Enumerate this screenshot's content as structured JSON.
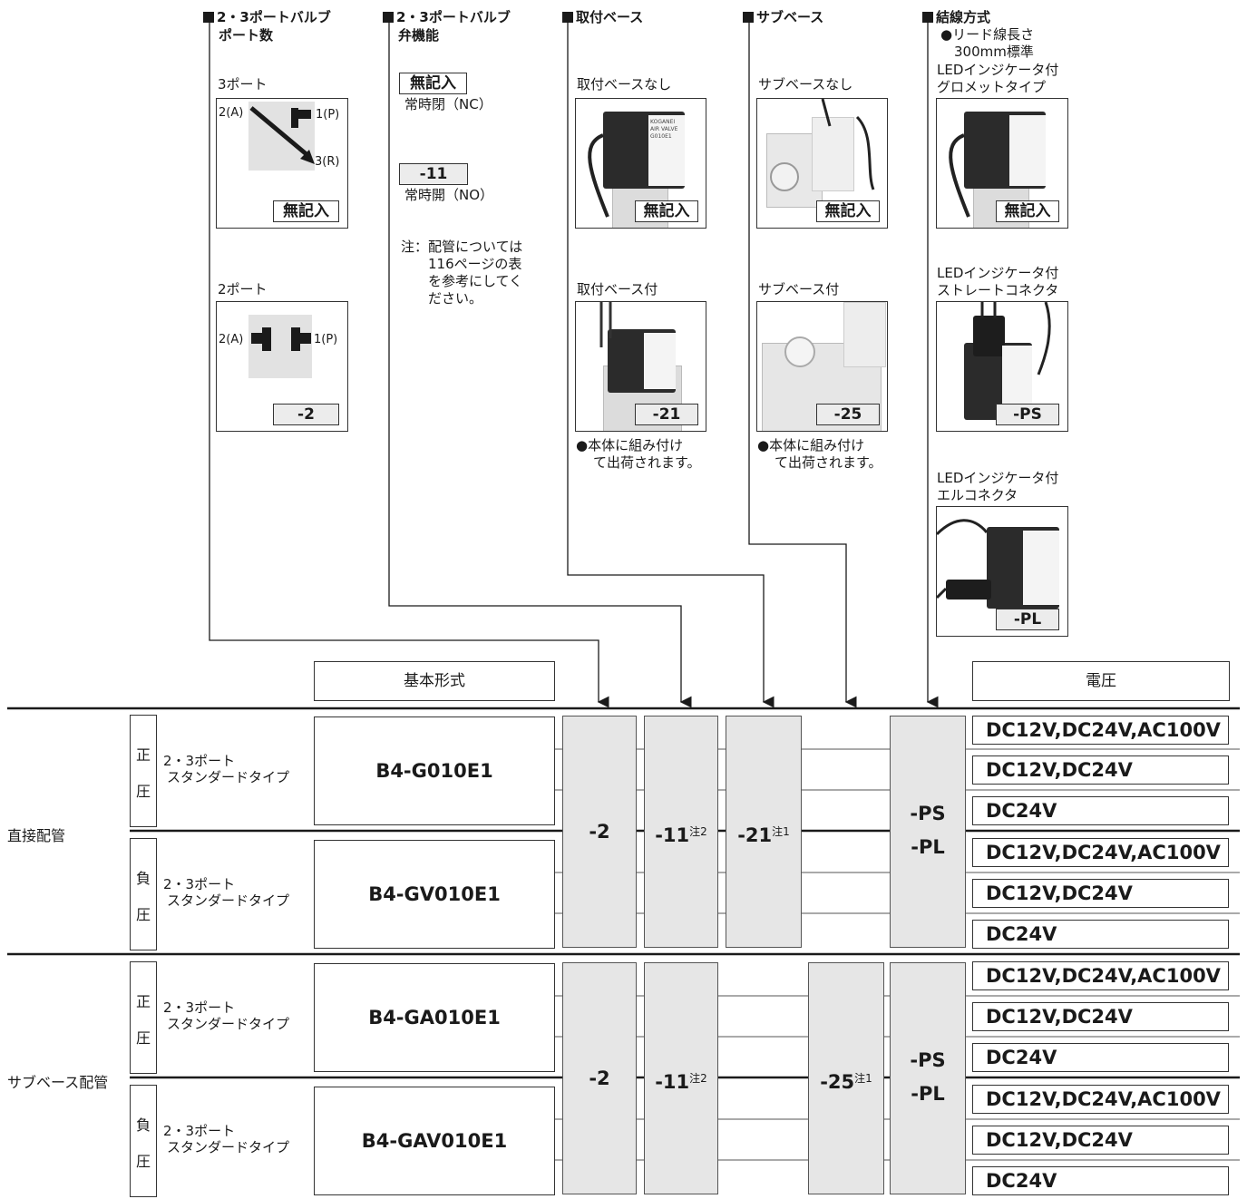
{
  "headers": {
    "port_count": {
      "line1": "2・3ポートバルブ",
      "line2": "ポート数"
    },
    "valve_function": {
      "line1": "2・3ポートバルブ",
      "line2": "弁機能"
    },
    "mount_base": "取付ベース",
    "sub_base": "サブベース",
    "wiring": "結線方式"
  },
  "port_count": {
    "three_port": {
      "title": "3ポート",
      "p2": "2(A)",
      "p1": "1(P)",
      "p3": "3(R)",
      "code": "無記入"
    },
    "two_port": {
      "title": "2ポート",
      "p2": "2(A)",
      "p1": "1(P)",
      "code": "-2"
    }
  },
  "valve_function": {
    "nc_code": "無記入",
    "nc_label": "常時閉（NC）",
    "no_code": "-11",
    "no_label": "常時開（NO）",
    "note_prefix": "注：",
    "note_lines": [
      "配管については",
      "116ページの表",
      "を参考にしてく",
      "ださい。"
    ]
  },
  "mount_base": {
    "none": {
      "title": "取付ベースなし",
      "code": "無記入"
    },
    "with": {
      "title": "取付ベース付",
      "code": "-21"
    },
    "note_lines": [
      "●本体に組み付け",
      "て出荷されます。"
    ]
  },
  "sub_base": {
    "none": {
      "title": "サブベースなし",
      "code": "無記入"
    },
    "with": {
      "title": "サブベース付",
      "code": "-25"
    },
    "note_lines": [
      "●本体に組み付け",
      "て出荷されます。"
    ]
  },
  "wiring": {
    "lead_lines": [
      "●リード線長さ",
      "300mm標準"
    ],
    "grommet": {
      "title_lines": [
        "LEDインジケータ付",
        "グロメットタイプ"
      ],
      "code": "無記入"
    },
    "straight": {
      "title_lines": [
        "LEDインジケータ付",
        "ストレートコネクタ"
      ],
      "code": "-PS"
    },
    "el": {
      "title_lines": [
        "LEDインジケータ付",
        "エルコネクタ"
      ],
      "code": "-PL"
    }
  },
  "valve_print": {
    "brand": "KOGANEI",
    "line1": "AIR VALVE",
    "line2": "G010E1"
  },
  "table": {
    "basic_model_header": "基本形式",
    "voltage_header": "電圧",
    "groups": [
      {
        "label": "直接配管",
        "port_code": "-2",
        "function_code": "-11",
        "function_note": "注2",
        "base_code": "-21",
        "base_note": "注1",
        "wiring_codes": [
          "-PS",
          "-PL"
        ],
        "rows": [
          {
            "pressure": [
              "正",
              "圧"
            ],
            "type_lines": [
              "2・3ポート",
              "スタンダードタイプ"
            ],
            "model": "B4-G010E1",
            "voltages": [
              "DC12V,DC24V,AC100V",
              "DC12V,DC24V",
              "DC24V"
            ]
          },
          {
            "pressure": [
              "負",
              "圧"
            ],
            "type_lines": [
              "2・3ポート",
              "スタンダードタイプ"
            ],
            "model": "B4-GV010E1",
            "voltages": [
              "DC12V,DC24V,AC100V",
              "DC12V,DC24V",
              "DC24V"
            ]
          }
        ]
      },
      {
        "label": "サブベース配管",
        "port_code": "-2",
        "function_code": "-11",
        "function_note": "注2",
        "base_code": "-25",
        "base_note": "注1",
        "wiring_codes": [
          "-PS",
          "-PL"
        ],
        "rows": [
          {
            "pressure": [
              "正",
              "圧"
            ],
            "type_lines": [
              "2・3ポート",
              "スタンダードタイプ"
            ],
            "model": "B4-GA010E1",
            "voltages": [
              "DC12V,DC24V,AC100V",
              "DC12V,DC24V",
              "DC24V"
            ]
          },
          {
            "pressure": [
              "負",
              "圧"
            ],
            "type_lines": [
              "2・3ポート",
              "スタンダードタイプ"
            ],
            "model": "B4-GAV010E1",
            "voltages": [
              "DC12V,DC24V,AC100V",
              "DC12V,DC24V",
              "DC24V"
            ]
          }
        ]
      }
    ]
  }
}
